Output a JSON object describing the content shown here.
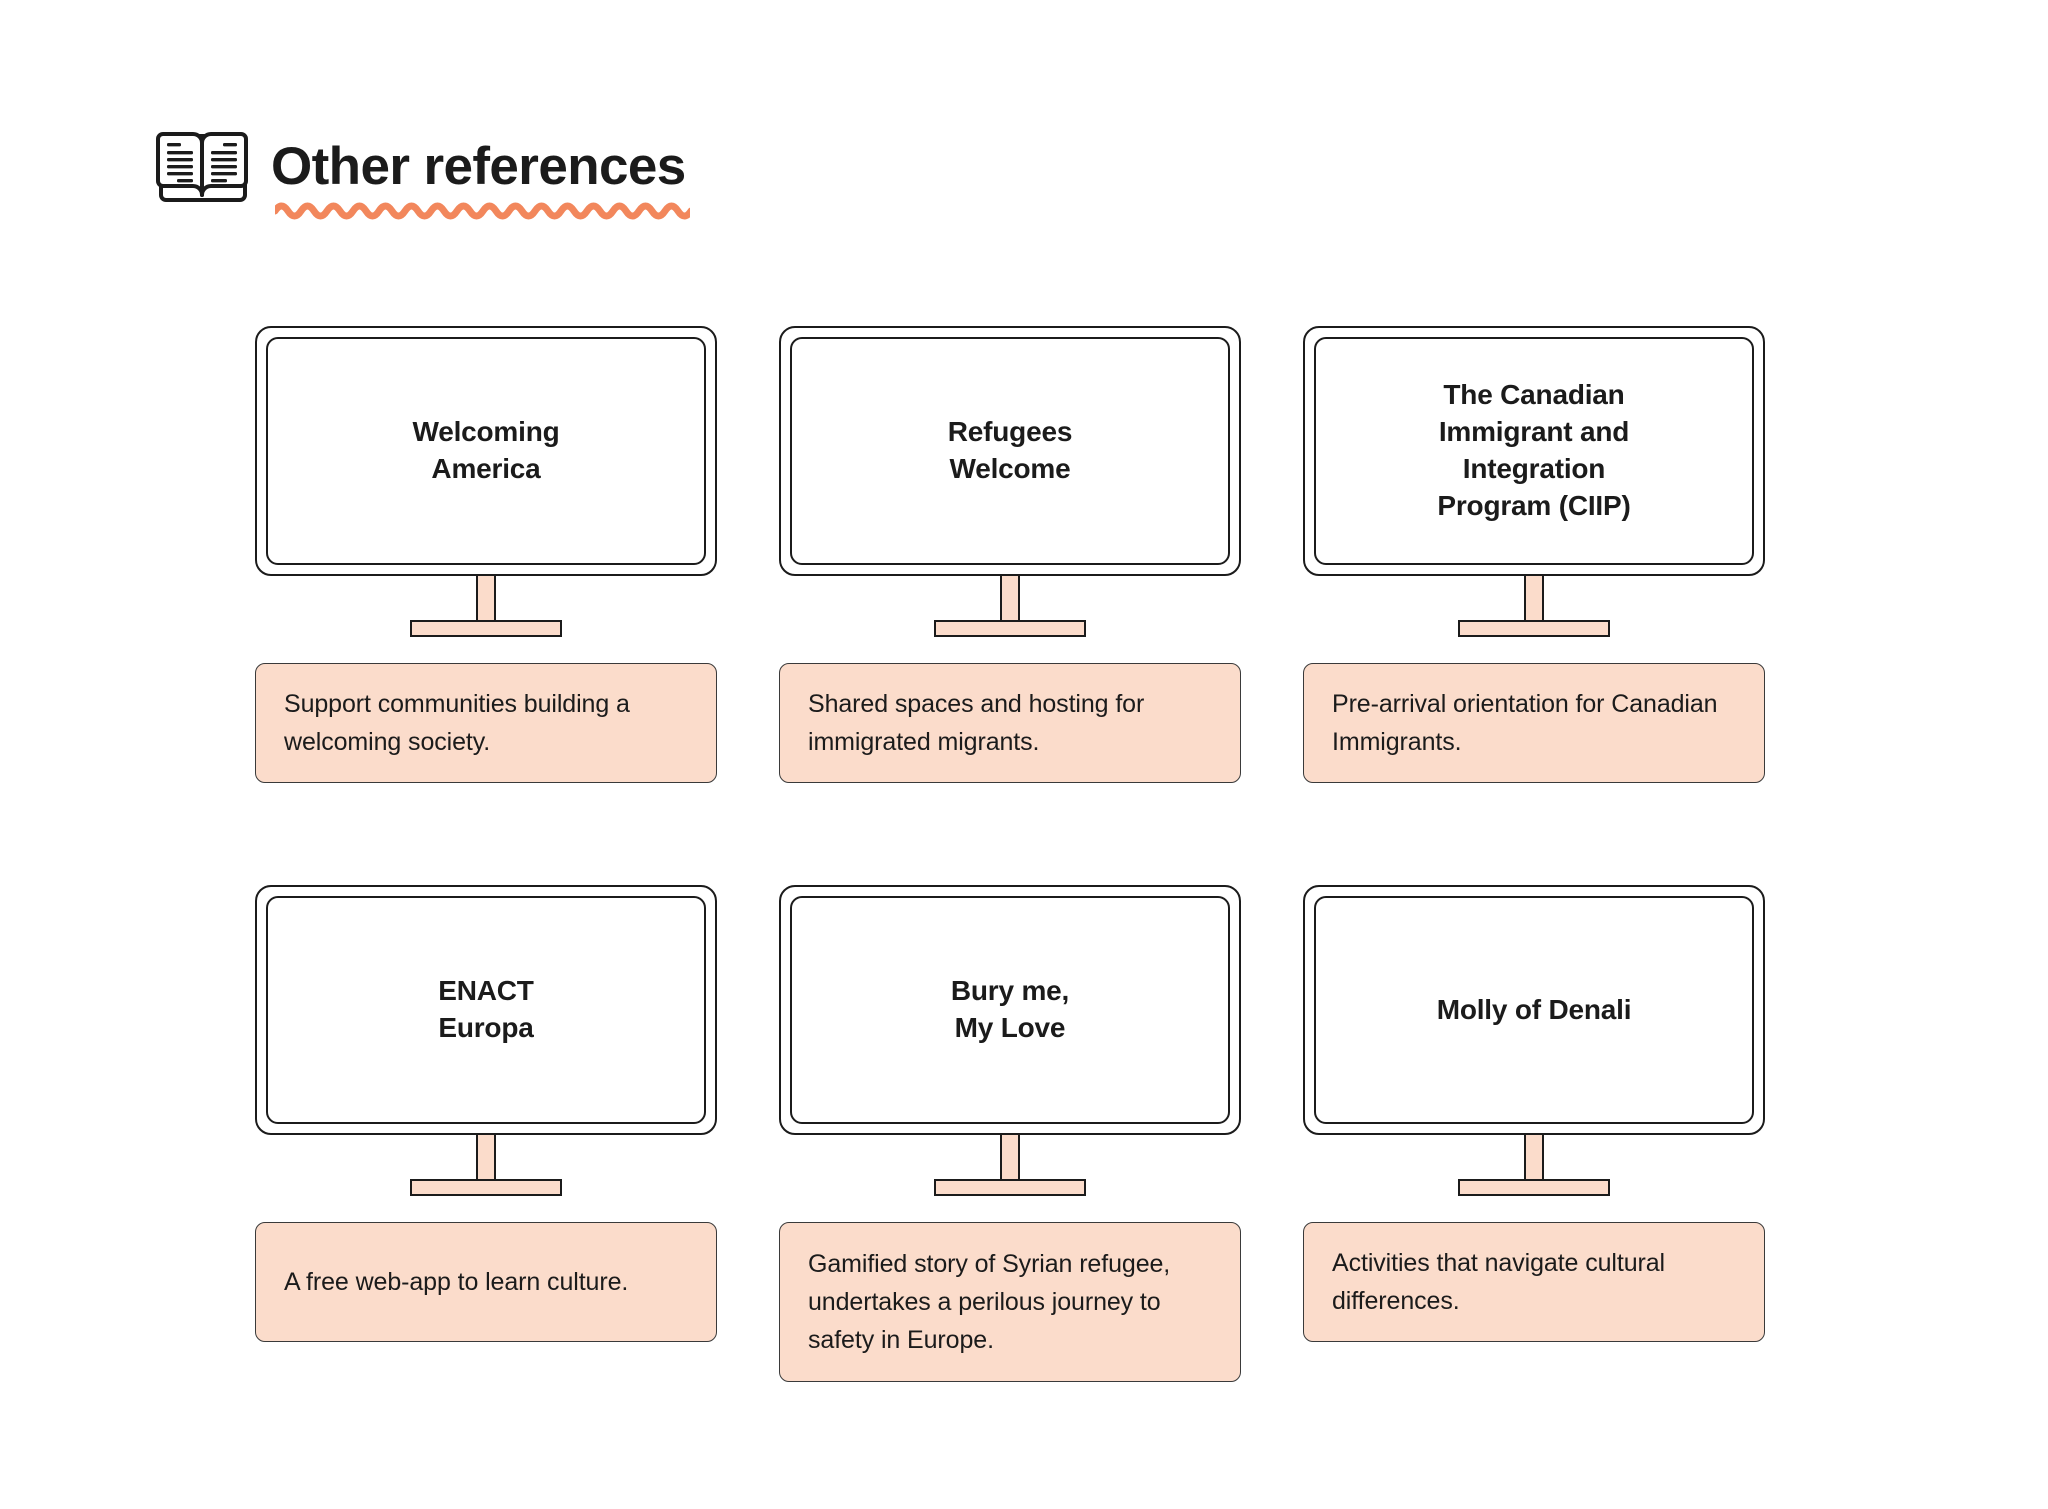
{
  "header": {
    "icon": "open-book-icon",
    "title": "Other references",
    "underline": "wavy-underline",
    "underline_color": "#F2875C"
  },
  "theme": {
    "background": "#FFFFFF",
    "ink": "#1B1B1B",
    "peach_fill": "#FBDCCB",
    "accent_orange": "#F2875C"
  },
  "cards": [
    {
      "screen_title": "Welcoming\nAmerica",
      "caption": "Support communities building a welcoming society.",
      "caption_lines": 2
    },
    {
      "screen_title": "Refugees\nWelcome",
      "caption": "Shared spaces and hosting for immigrated migrants.",
      "caption_lines": 2
    },
    {
      "screen_title": "The Canadian\nImmigrant and\nIntegration\nProgram (CIIP)",
      "caption": "Pre-arrival orientation for Canadian Immigrants.",
      "caption_lines": 2
    },
    {
      "screen_title": "ENACT\nEuropa",
      "caption": "A free web-app to learn culture.",
      "caption_lines": 1
    },
    {
      "screen_title": "Bury me,\nMy Love",
      "caption": "Gamified story of Syrian refugee, undertakes a perilous journey to safety in Europe.",
      "caption_lines": 3
    },
    {
      "screen_title": "Molly of Denali",
      "caption": "Activities that navigate cultural differences.",
      "caption_lines": 2
    }
  ]
}
